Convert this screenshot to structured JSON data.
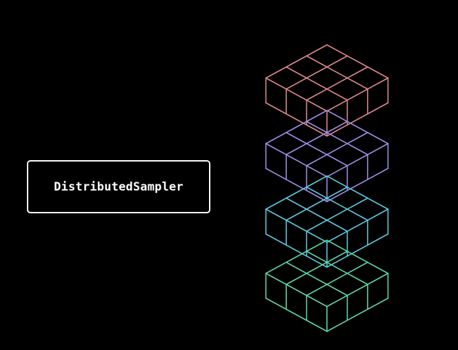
{
  "label": {
    "text": "DistributedSampler"
  },
  "layers": [
    {
      "name": "layer-1",
      "color": "#e08a8f"
    },
    {
      "name": "layer-2",
      "color": "#a08fe8"
    },
    {
      "name": "layer-3",
      "color": "#5ecbe0"
    },
    {
      "name": "layer-4",
      "color": "#5fd9a6"
    }
  ]
}
